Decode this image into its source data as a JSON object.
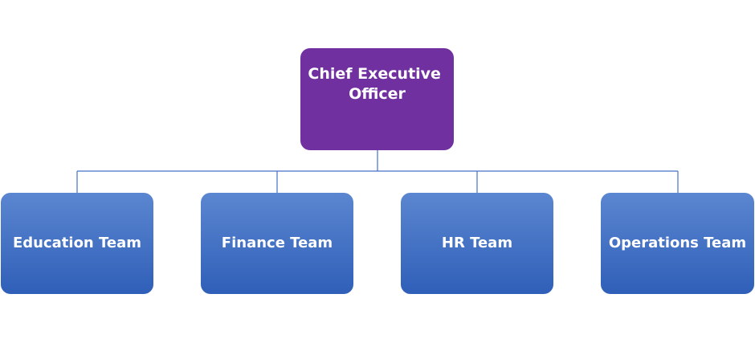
{
  "colors": {
    "ceo_fill": "#7030A0",
    "team_fill_top": "#5B86D0",
    "team_fill_bottom": "#2F5FB8",
    "connector": "#4472C4",
    "label": "#FFFFFF"
  },
  "ceo": {
    "label_line1": "Chief Executive",
    "label_line2": "Officer"
  },
  "teams": [
    {
      "label": "Education Team"
    },
    {
      "label": "Finance Team"
    },
    {
      "label": "HR Team"
    },
    {
      "label": "Operations Team"
    }
  ]
}
